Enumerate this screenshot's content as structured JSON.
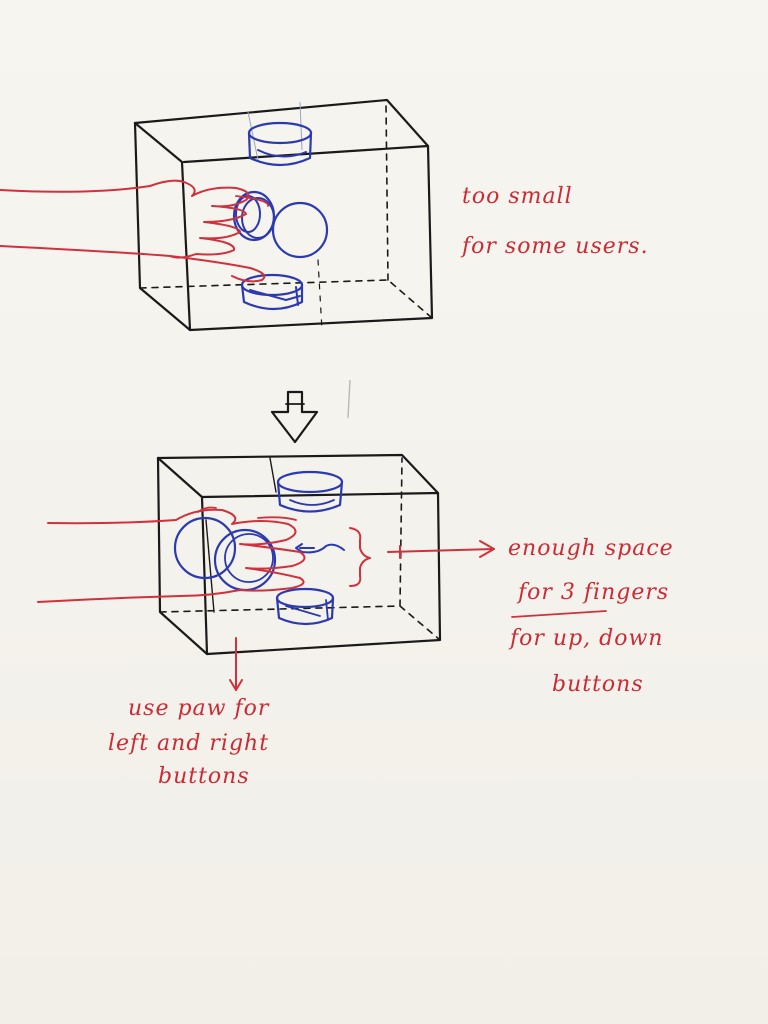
{
  "notes": {
    "top_line1": "too small",
    "top_line2": "for some users.",
    "space_line1": "enough space",
    "space_line2": "for 3 fingers",
    "updown_line1": "for up, down",
    "updown_line2": "buttons",
    "paw_line1": "use paw for",
    "paw_line2": "left and right",
    "paw_line3": "buttons"
  },
  "colors": {
    "ink_black": "#1a1a1a",
    "ink_blue": "#2b3ab0",
    "ink_red": "#cc2a35",
    "paper": "#f6f4ee"
  },
  "icons": [
    "down-arrow-icon",
    "right-arrow-icon"
  ]
}
